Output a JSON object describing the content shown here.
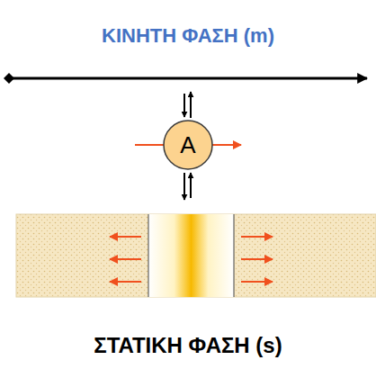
{
  "diagram": {
    "title": "ΚΙΝΗΤΗ ΦΑΣΗ (m)",
    "nodes": [
      {
        "text": [
          "A"
        ]
      }
    ],
    "labels": [
      "ΣΤΑΤΙΚΗ ΦΑΣΗ (s)"
    ]
  }
}
